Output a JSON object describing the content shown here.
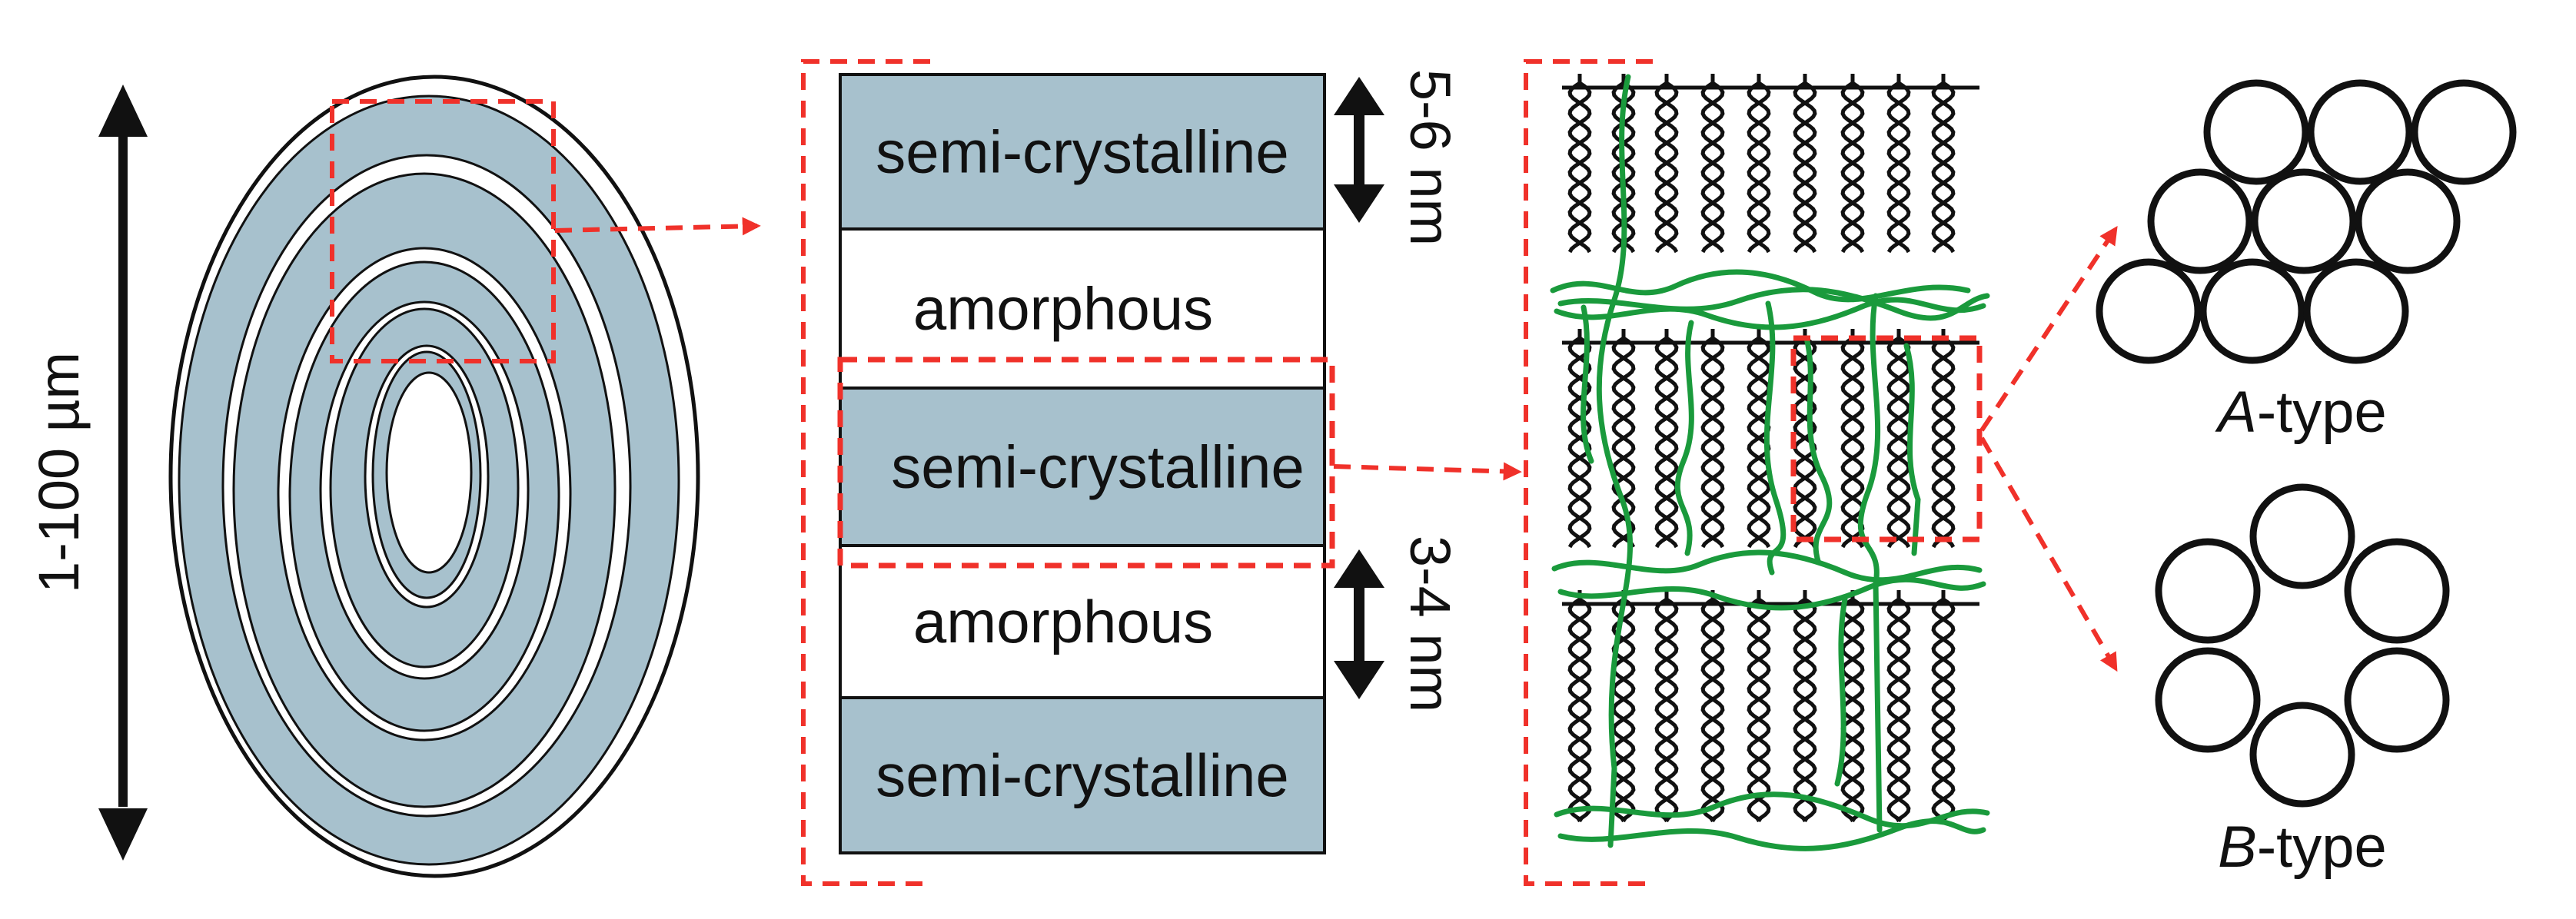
{
  "scale_labels": {
    "granule": "1-100 µm",
    "crystalline_thickness": "5-6 nm",
    "amorphous_thickness": "3-4 nm"
  },
  "layers": [
    {
      "label": "semi-crystalline",
      "kind": "semi-crystalline"
    },
    {
      "label": "amorphous",
      "kind": "amorphous"
    },
    {
      "label": "semi-crystalline",
      "kind": "semi-crystalline"
    },
    {
      "label": "amorphous",
      "kind": "amorphous"
    },
    {
      "label": "semi-crystalline",
      "kind": "semi-crystalline"
    }
  ],
  "polymorphs": {
    "a_type": {
      "letter": "A",
      "suffix": "-type"
    },
    "b_type": {
      "letter": "B",
      "suffix": "-type"
    }
  },
  "colors": {
    "crystalline_fill": "#a7c1cd",
    "amorphous_fill": "#ffffff",
    "outline": "#111111",
    "highlight": "#f0312a",
    "branch": "#1a9a3c",
    "helix": "#111111"
  }
}
